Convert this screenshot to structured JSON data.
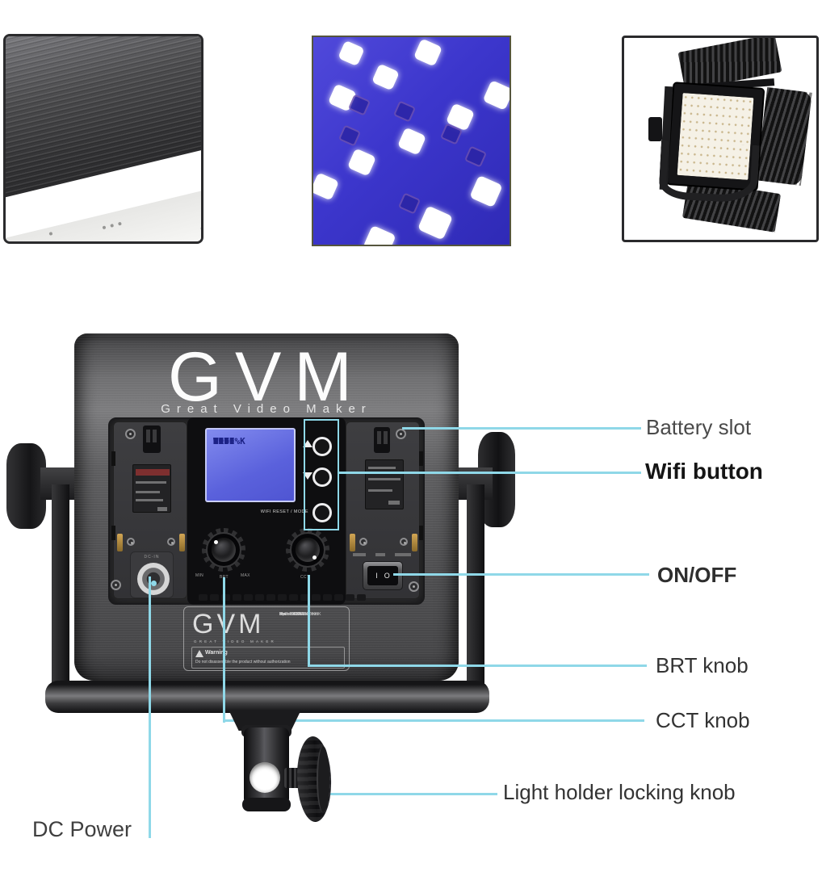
{
  "device": {
    "brand": "GVM",
    "tagline": "Great Video Maker",
    "lcd": {
      "separator": ":",
      "lines": [
        {
          "key": "BRG",
          "value": "100 %"
        },
        {
          "key": "CCT",
          "value": "3200 K"
        },
        {
          "key": "MODE",
          "value": "WIFI"
        },
        {
          "key": "CH",
          "value": "Ch0"
        }
      ]
    },
    "wifi_caption": "WIFI RESET / MODE",
    "knob_left": {
      "min": "MIN",
      "center": "BRT",
      "max": "MAX"
    },
    "knob_right": {
      "label": "CCT"
    },
    "dc_label": "DC-IN",
    "switch": {
      "on": "I",
      "off": "O"
    },
    "label_plate": {
      "brand": "GVM",
      "tagline": "GREAT VIDEO MAKER",
      "specs": [
        "Model: 800-RGB",
        "Power: 40W",
        "Input: DC 15V",
        "Bi-Color: 3200K-5600K",
        "Size: 260x260x40mm"
      ],
      "warning_title": "Warning",
      "warning_text": "Do not disassemble the product without authorization"
    }
  },
  "callouts": [
    {
      "id": "battery-slot",
      "label": "Battery slot"
    },
    {
      "id": "wifi-button",
      "label": "Wifi button"
    },
    {
      "id": "on-off",
      "label": "ON/OFF"
    },
    {
      "id": "brt-knob",
      "label": "BRT knob"
    },
    {
      "id": "cct-knob",
      "label": "CCT knob"
    },
    {
      "id": "light-holder-locking-knob",
      "label": "Light holder locking knob"
    },
    {
      "id": "dc-power",
      "label": "DC Power"
    }
  ],
  "colors": {
    "callout_line": "#8fd8e8",
    "lcd_background": "#5a61dc",
    "lcd_text": "#1c2286",
    "led_panel_blue": "#3c36cc",
    "body_gray": "#5e5e60"
  }
}
